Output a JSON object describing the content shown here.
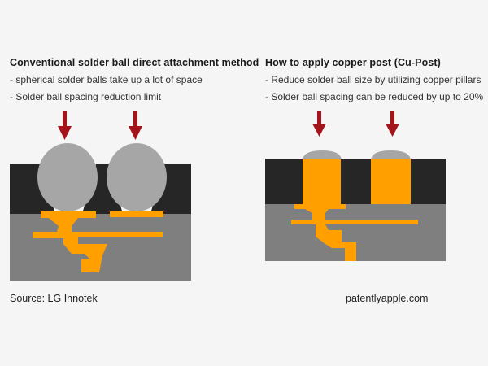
{
  "left": {
    "title": "Conventional solder ball direct attachment method",
    "bullets": [
      "- spherical solder balls take up a lot of space",
      "- Solder ball spacing reduction limit"
    ]
  },
  "right": {
    "title": "How to apply copper post (Cu-Post)",
    "bullets": [
      "- Reduce solder ball size by utilizing copper pillars",
      "- Solder ball spacing can be reduced by up to 20%"
    ]
  },
  "footer": {
    "source": "Source: LG Innotek",
    "watermark": "patentlyapple.com"
  },
  "colors": {
    "background": "#f5f5f5",
    "substrate": "#7f7f7f",
    "mask": "#262626",
    "copper": "#ffa000",
    "solder": "#a6a6a6",
    "arrow": "#a3141b"
  }
}
